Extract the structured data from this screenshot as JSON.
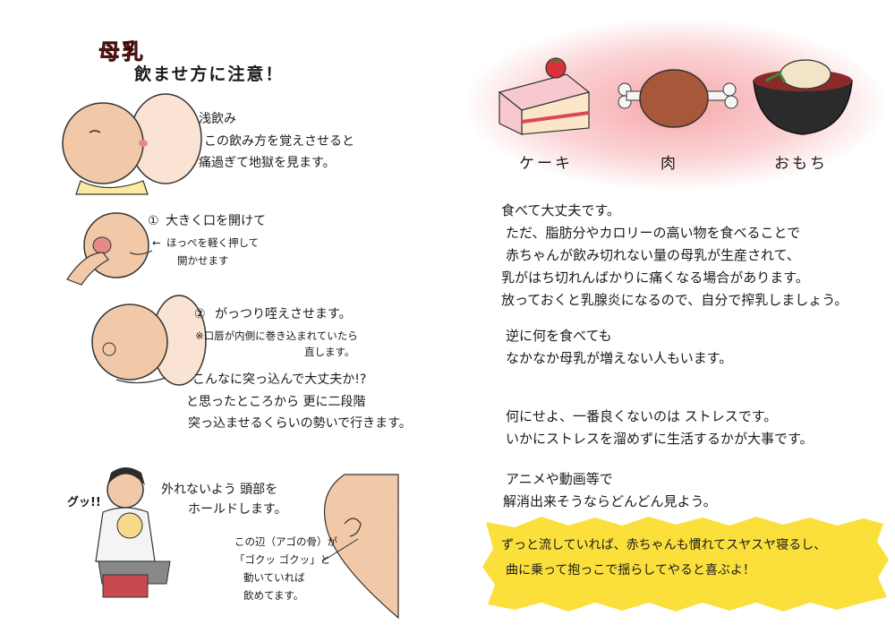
{
  "title": {
    "main": "母乳",
    "sub": "飲ませ方に注意！"
  },
  "left": {
    "shallow": {
      "heading": "浅飲み",
      "lines": [
        "この飲み方を覚えさせると",
        "痛過ぎて地獄を見ます。"
      ]
    },
    "step1": {
      "number": "①",
      "heading": "大きく口を開けて",
      "note_lines": [
        "ほっぺを軽く押して",
        "開かせます"
      ]
    },
    "step2": {
      "number": "②",
      "heading": "がっつり咥えさせます。",
      "note_lines": [
        "※口唇が内側に巻き込まれていたら",
        "直します。"
      ],
      "body_lines": [
        "こんなに突っ込んで大丈夫か!?",
        "と思ったところから 更に二段階",
        "突っ込ませるくらいの勢いで行きます。"
      ]
    },
    "hold": {
      "lines": [
        "外れないよう 頭部を",
        "ホールドします。"
      ],
      "sfx": "グッ!!"
    },
    "jaw": {
      "lines": [
        "この辺（アゴの骨）が",
        "「ゴクッ ゴクッ」と",
        "動いていれば",
        "飲めてます。"
      ]
    }
  },
  "right": {
    "foods": [
      {
        "label": "ケーキ",
        "icon": "cake-icon"
      },
      {
        "label": "肉",
        "icon": "meat-icon"
      },
      {
        "label": "おもち",
        "icon": "mochi-soup-icon"
      }
    ],
    "para1": [
      "食べて大丈夫です。",
      "ただ、脂肪分やカロリーの高い物を食べることで",
      "赤ちゃんが飲み切れない量の母乳が生産されて、",
      "乳がはち切れんばかりに痛くなる場合があります。",
      "放っておくと乳腺炎になるので、自分で搾乳しましょう。"
    ],
    "para2": [
      "逆に何を食べても",
      "なかなか母乳が増えない人もいます。"
    ],
    "para3": [
      "何にせよ、一番良くないのは ストレスです。",
      "いかにストレスを溜めずに生活するかが大事です。"
    ],
    "para4": [
      "アニメや動画等で",
      "解消出来そうならどんどん見よう。"
    ],
    "callout": [
      "ずっと流していれば、赤ちゃんも慣れてスヤスヤ寝るし、",
      "曲に乗って抱っこで揺らしてやると喜ぶよ！"
    ]
  },
  "colors": {
    "title_red": "#e0303a",
    "glow_pink": "#f6a8ac",
    "callout_yellow": "#fbe03c",
    "skin": "#f2c9a8",
    "cake_pink": "#f7c9cf",
    "meat_brown": "#a8583a",
    "bowl_black": "#2b2b2b",
    "soup_red": "#8b2a2a"
  }
}
